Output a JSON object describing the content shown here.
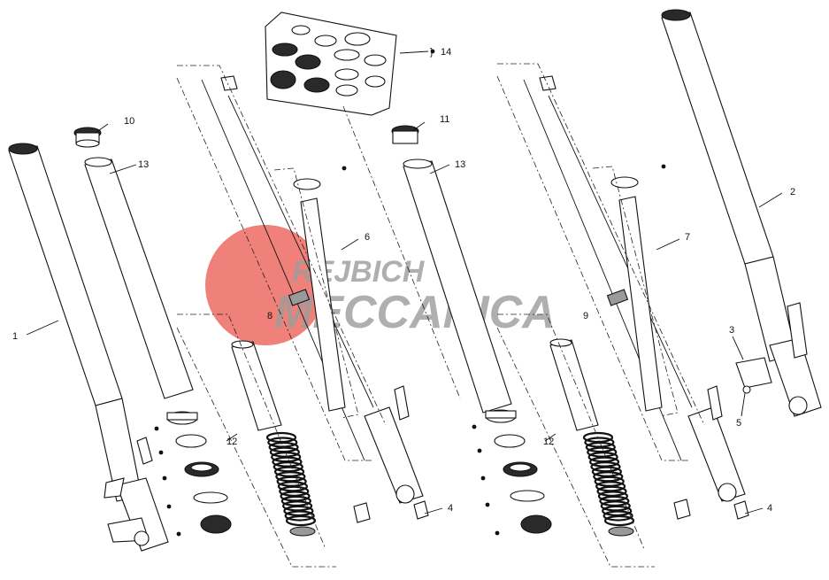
{
  "diagram": {
    "callouts": {
      "c1": "1",
      "c2": "2",
      "c3": "3",
      "c4a": "4",
      "c4b": "4",
      "c5": "5",
      "c6": "6",
      "c7": "7",
      "c8": "8",
      "c9": "9",
      "c10": "10",
      "c11": "11",
      "c12a": "12",
      "c12b": "12",
      "c13a": "13",
      "c13b": "13",
      "c14": "14"
    },
    "bracket": "}"
  },
  "watermark": {
    "line1": "REJBICH",
    "line2": "MECCANICA",
    "colors": {
      "red": "#e8392f",
      "grey": "#8a8a8a"
    }
  }
}
